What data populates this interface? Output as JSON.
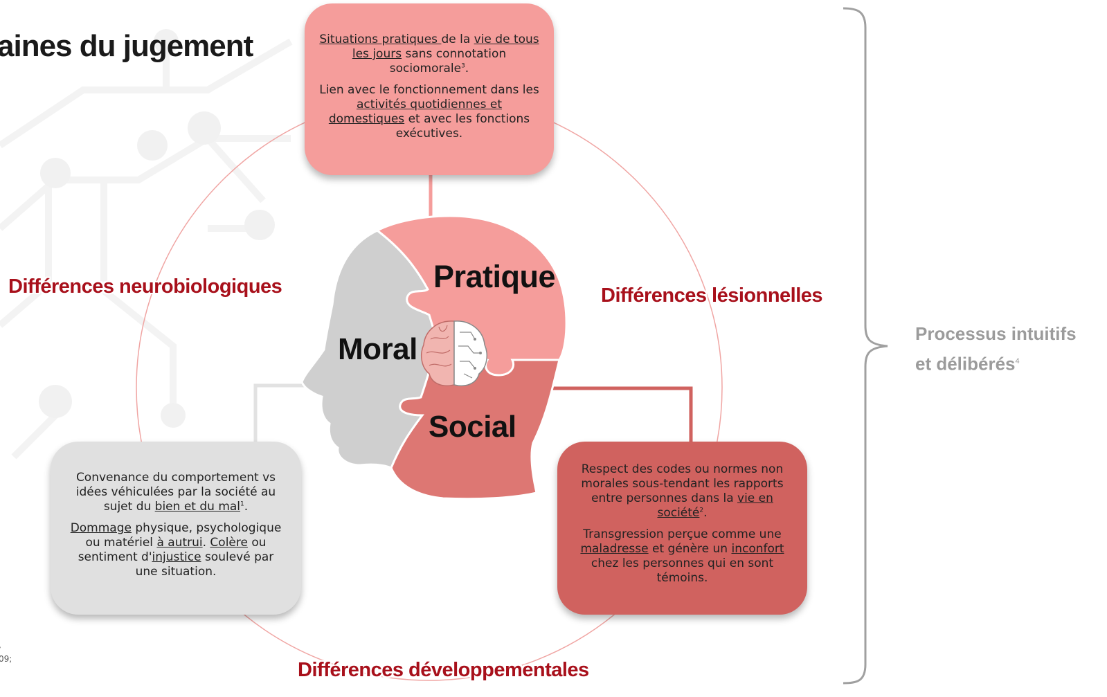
{
  "title": "aines du jugement",
  "labels": {
    "neuro": "Différences neurobiologiques",
    "lesion": "Différences lésionnelles",
    "dev": "Différences développementales"
  },
  "head": {
    "pratique": "Pratique",
    "moral": "Moral",
    "social": "Social"
  },
  "boxes": {
    "pratique": {
      "p1_a": "Situations pratiques ",
      "p1_b": "de la ",
      "p1_c": "vie de tous les jours",
      "p1_d": " sans connotation sociomorale",
      "p1_sup": "3",
      "p1_e": ".",
      "p2_a": "Lien avec le fonctionnement dans les ",
      "p2_b": "activités quotidiennes et domestiques",
      "p2_c": " et avec les fonctions exécutives."
    },
    "moral": {
      "p1_a": "Convenance du comportement vs idées véhiculées par la société au sujet du ",
      "p1_b": "bien et du mal",
      "p1_sup": "1",
      "p1_c": ".",
      "p2_a": "Dommage",
      "p2_b": " physique, psychologique ou matériel ",
      "p2_c": "à autrui",
      "p2_d": ". ",
      "p2_e": "Colère",
      "p2_f": " ou sentiment d'",
      "p2_g": "injustice",
      "p2_h": " soulevé par une situation."
    },
    "social": {
      "p1_a": "Respect des codes ou normes non morales sous-tendant les rapports entre personnes dans la ",
      "p1_b": "vie en société",
      "p1_sup": "2",
      "p1_c": ".",
      "p2_a": "Transgression perçue comme une ",
      "p2_b": "maladresse",
      "p2_c": " et génère un ",
      "p2_d": "inconfort",
      "p2_e": " chez les personnes qui en sont témoins."
    }
  },
  "process": {
    "line1": "Processus intuitifs",
    "line2": "et délibérés",
    "sup": "4"
  },
  "refs": {
    "line1": ",",
    "line2": "09;"
  },
  "colors": {
    "pratique": "#f59d9b",
    "social": "#dd7773",
    "social_box": "#d0625f",
    "moral": "#cfcfcf",
    "moral_box": "#e0e0e0",
    "circle": "#f0a5a3",
    "label": "#a8101b",
    "process": "#9b9b9b"
  }
}
